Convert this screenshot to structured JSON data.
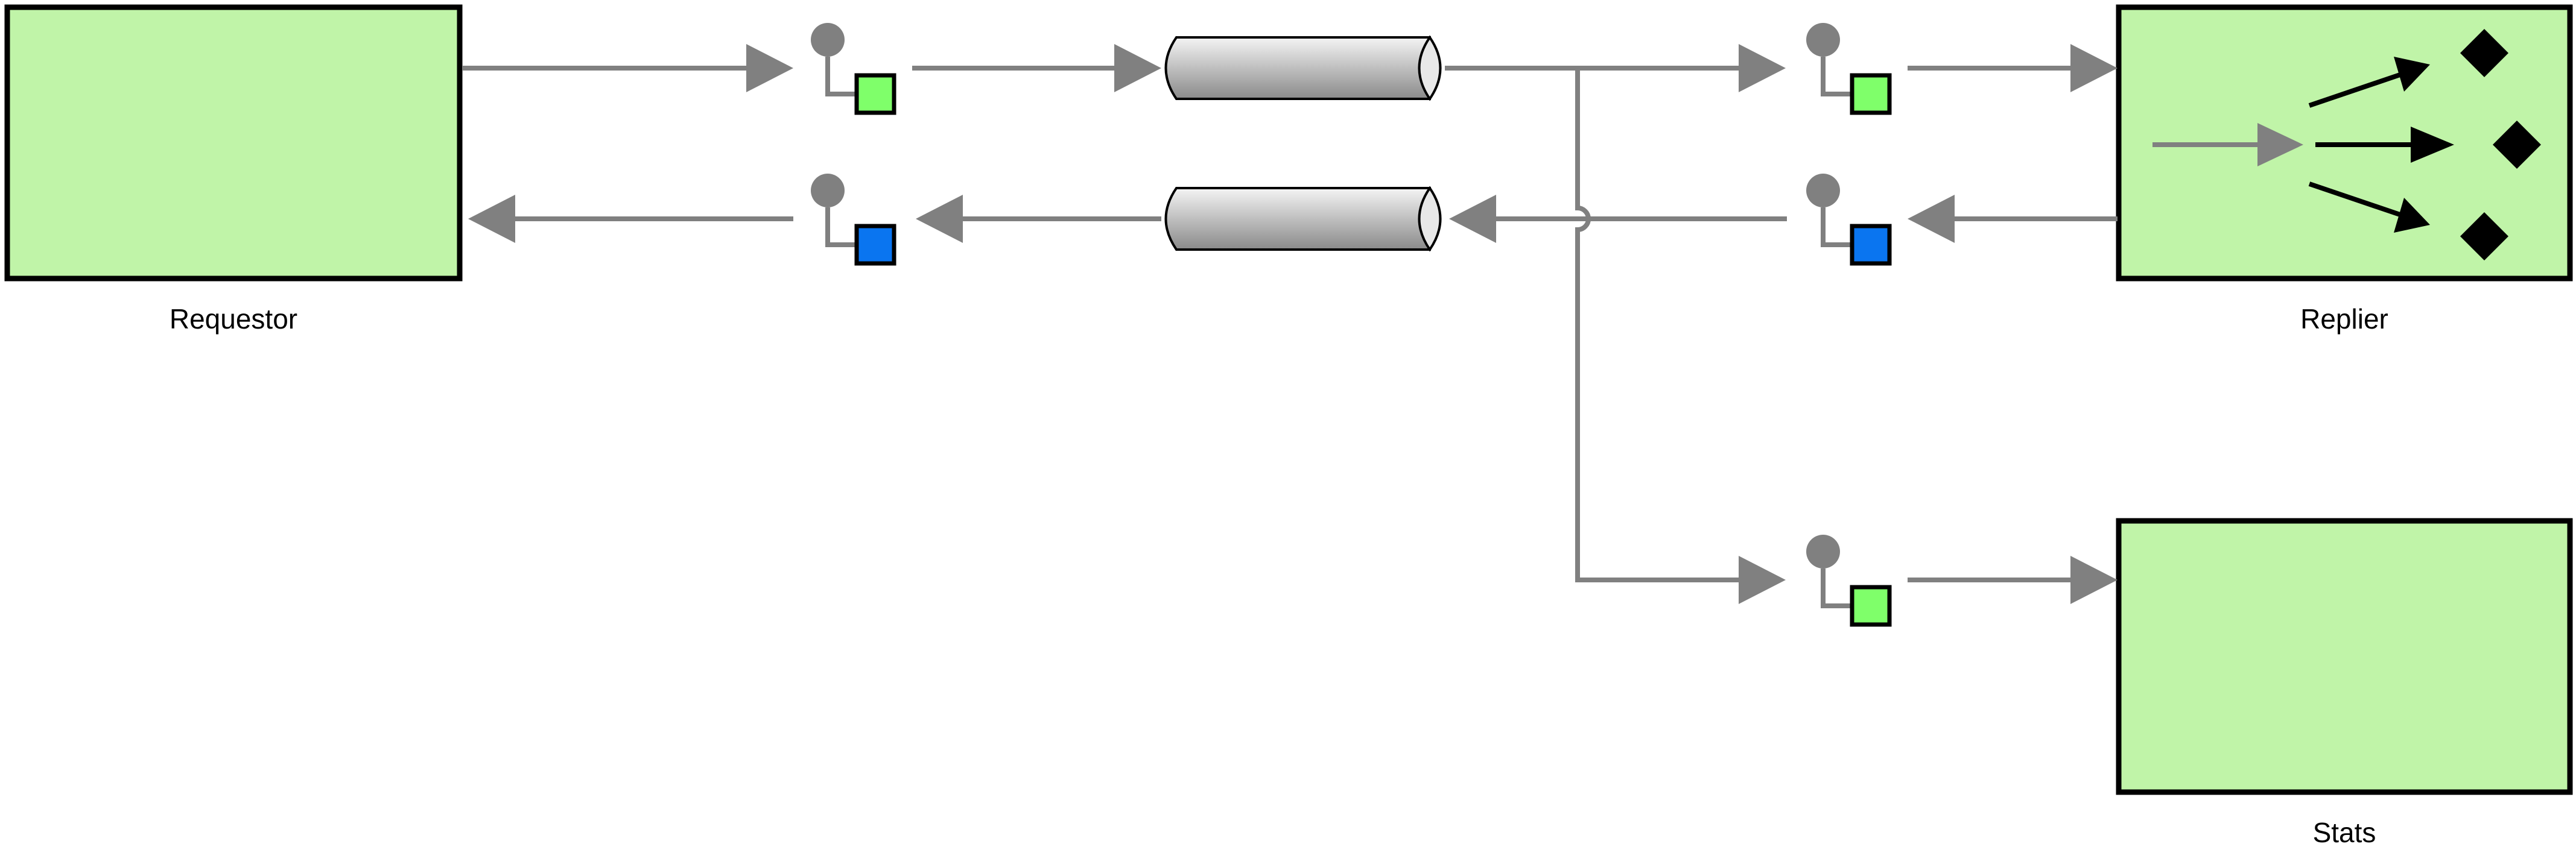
{
  "components": {
    "requestor": {
      "label": "Requestor"
    },
    "replier": {
      "label": "Replier"
    },
    "stats": {
      "label": "Stats"
    }
  },
  "colors": {
    "component_fill": "#C0F4A8",
    "component_border": "#000000",
    "connector": "#808080",
    "endpoint_green": "#7FFF6A",
    "endpoint_blue": "#0A75F0",
    "channel_dark": "#8A8A8A",
    "channel_light": "#F4F4F4",
    "router_arrows": "#000000"
  },
  "icons": {
    "endpoint": "message-endpoint-icon",
    "channel": "message-channel-pipe-icon",
    "router": "recipient-list-icon"
  }
}
